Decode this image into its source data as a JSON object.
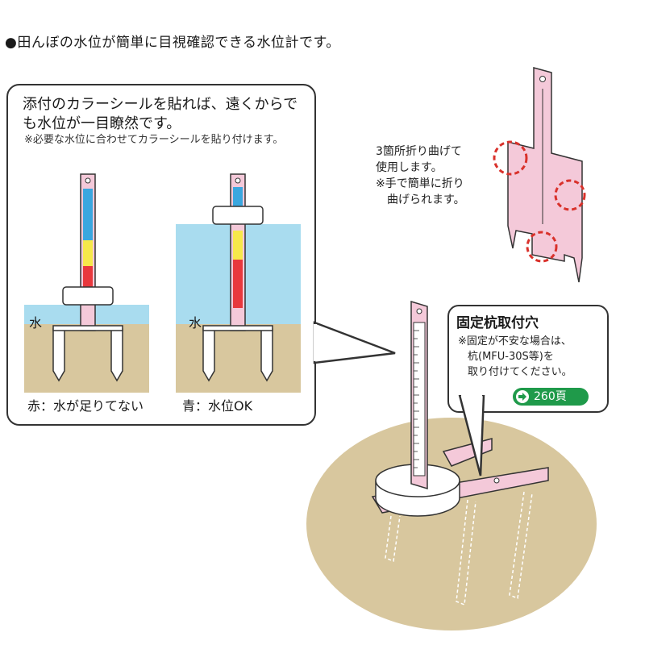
{
  "heading": "●田んぼの水位が簡単に目視確認できる水位計です。",
  "bubble": {
    "title": "添付のカラーシールを貼れば、遠くからでも水位が一目瞭然です。",
    "note": "※必要な水位に合わせてカラーシールを貼り付けます。",
    "panels": [
      {
        "water_label": "水",
        "caption": "赤：水が足りてない"
      },
      {
        "water_label": "水",
        "caption": "青：水位OK"
      }
    ]
  },
  "fold_note": {
    "lines": [
      "3箇所折り曲げて",
      "使用します。",
      "※手で簡単に折り",
      "曲げられます。"
    ]
  },
  "callout": {
    "title": "固定杭取付穴",
    "lines": [
      "※固定が不安な場合は、",
      "杭(MFU-30S等)を",
      "取り付けてください。"
    ],
    "page_ref": "260頁"
  },
  "colors": {
    "water": "#a9dcef",
    "soil": "#d8c79e",
    "plate": "#f4c9d9",
    "red_seal": "#e8383d",
    "blue_seal": "#3aa7df",
    "yellow_seal": "#f6e84a",
    "badge": "#1f9a4a",
    "circle_dash": "#d9312b"
  },
  "icons": {
    "page_ref_arrow": "arrow-right-icon"
  }
}
